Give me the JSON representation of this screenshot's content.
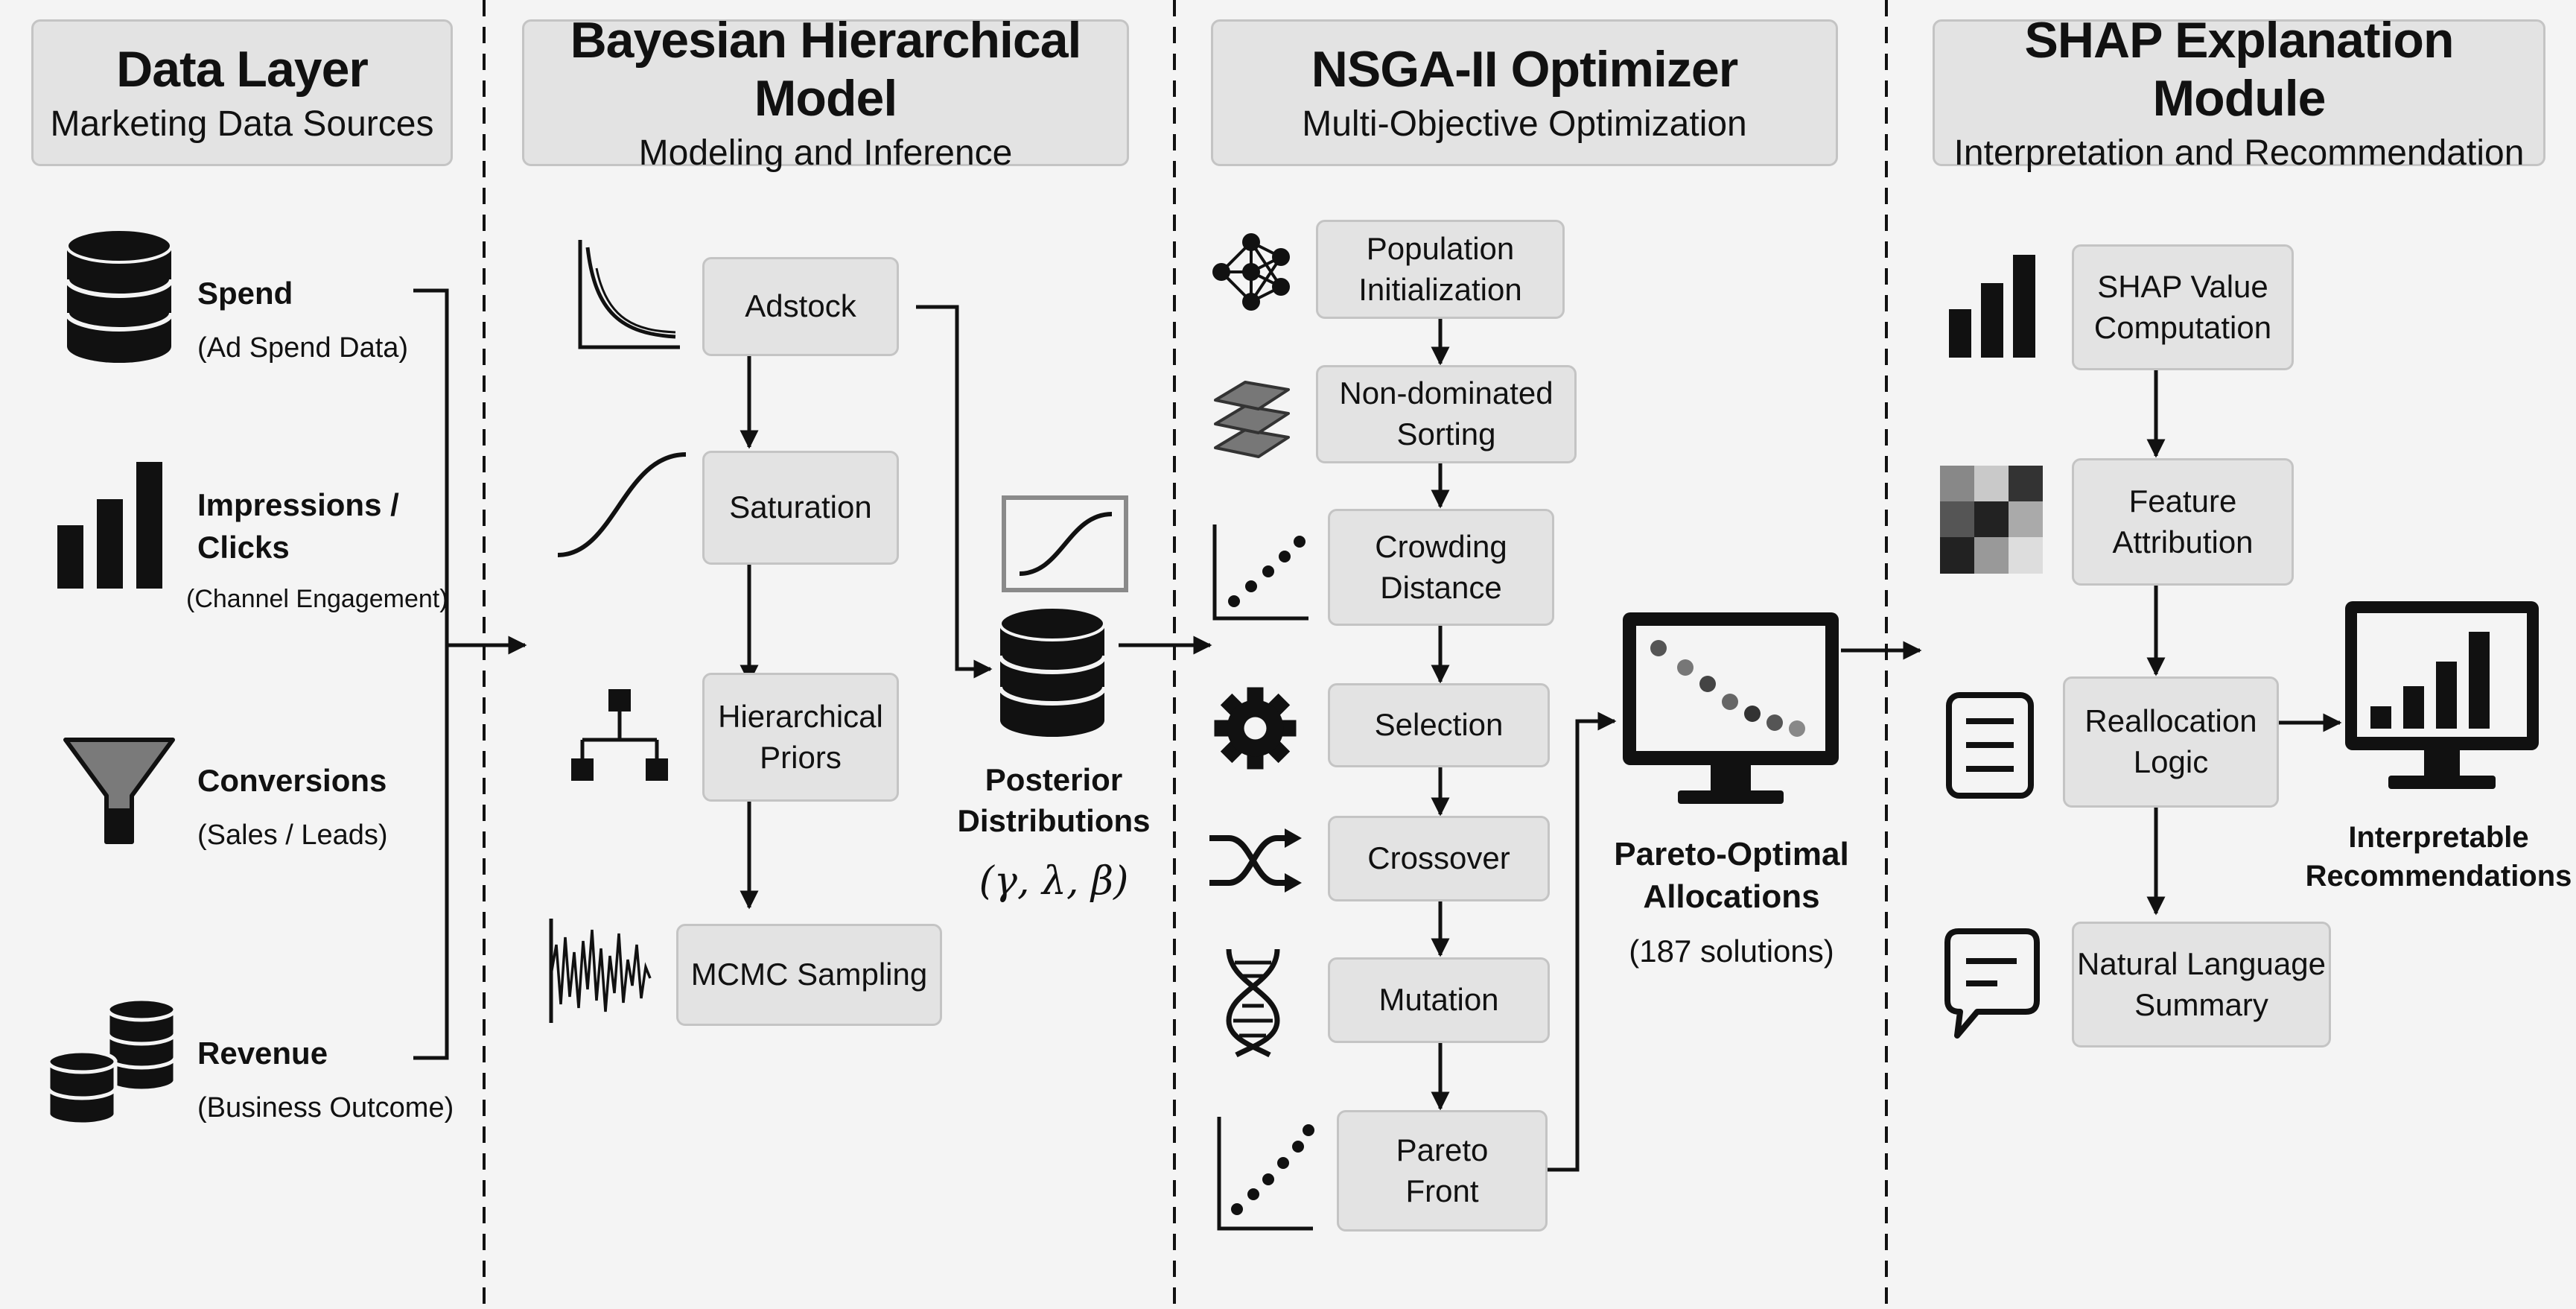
{
  "columns": [
    {
      "title": "Data Layer",
      "subtitle": "Marketing Data Sources"
    },
    {
      "title": "Bayesian Hierarchical Model",
      "subtitle": "Modeling and Inference"
    },
    {
      "title": "NSGA-II Optimizer",
      "subtitle": "Multi-Objective Optimization"
    },
    {
      "title": "SHAP Explanation Module",
      "subtitle": "Interpretation and Recommendation"
    }
  ],
  "data_sources": [
    {
      "title": "Spend",
      "subtitle": "(Ad Spend Data)",
      "icon": "database-icon"
    },
    {
      "title": "Impressions /\nClicks",
      "subtitle": "(Channel Engagement)",
      "icon": "bar-chart-icon"
    },
    {
      "title": "Conversions",
      "subtitle": "(Sales / Leads)",
      "icon": "funnel-icon"
    },
    {
      "title": "Revenue",
      "subtitle": "(Business Outcome)",
      "icon": "coin-stack-icon"
    }
  ],
  "bayes_steps": [
    {
      "label": "Adstock",
      "icon": "decay-curve-icon"
    },
    {
      "label": "Saturation",
      "icon": "s-curve-icon"
    },
    {
      "label": "Hierarchical\nPriors",
      "icon": "hierarchy-icon"
    },
    {
      "label": "MCMC Sampling",
      "icon": "trace-plot-icon"
    }
  ],
  "posterior": {
    "title": "Posterior\nDistributions",
    "params": "(γ, λ, β)"
  },
  "nsga_steps": [
    {
      "label": "Population\nInitialization",
      "icon": "network-icon"
    },
    {
      "label": "Non-dominated\nSorting",
      "icon": "layers-icon"
    },
    {
      "label": "Crowding\nDistance",
      "icon": "scatter-plot-icon"
    },
    {
      "label": "Selection",
      "icon": "gear-icon"
    },
    {
      "label": "Crossover",
      "icon": "shuffle-icon"
    },
    {
      "label": "Mutation",
      "icon": "dna-icon"
    },
    {
      "label": "Pareto\nFront",
      "icon": "pareto-plot-icon"
    }
  ],
  "pareto_output": {
    "title": "Pareto-Optimal\nAllocations",
    "count": "(187 solutions)"
  },
  "shap_steps": [
    {
      "label": "SHAP Value\nComputation",
      "icon": "bar-chart-icon"
    },
    {
      "label": "Feature\nAttribution",
      "icon": "heatmap-icon"
    },
    {
      "label": "Reallocation\nLogic",
      "icon": "document-icon"
    },
    {
      "label": "Natural Language\nSummary",
      "icon": "speech-bubble-icon"
    }
  ],
  "recommendation": {
    "title": "Interpretable\nRecommendations"
  }
}
